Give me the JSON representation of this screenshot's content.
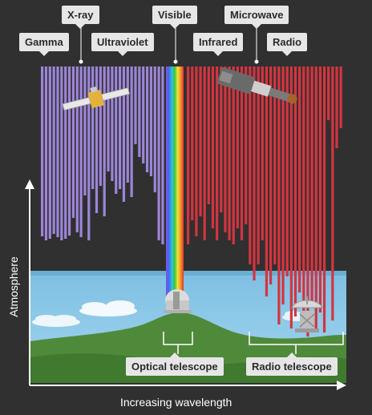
{
  "labels": {
    "gamma": "Gamma",
    "xray": "X-ray",
    "ultraviolet": "Ultraviolet",
    "visible": "Visible",
    "infrared": "Infrared",
    "microwave": "Microwave",
    "radio": "Radio",
    "optical_telescope": "Optical telescope",
    "radio_telescope": "Radio telescope",
    "x_axis": "Increasing wavelength",
    "y_axis": "Atmosphere"
  },
  "colors": {
    "background": "#303030",
    "short_wave": "#9d85d8",
    "long_wave": "#d33540",
    "sky": "#86c5e6",
    "ground": "#4f8a3a",
    "label_bg": "#e6e6e6"
  }
}
